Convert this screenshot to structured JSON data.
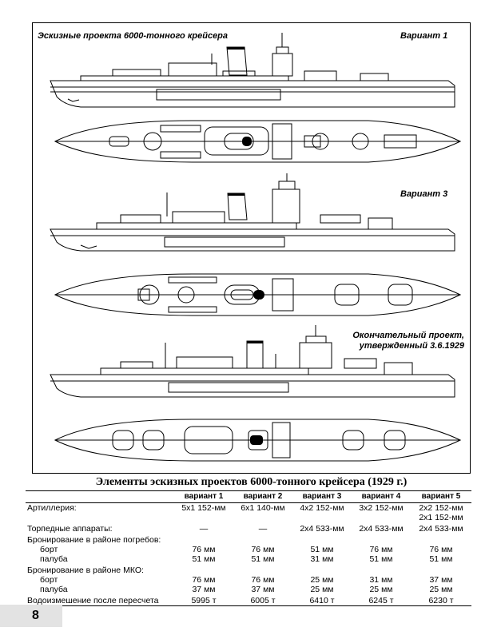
{
  "figure": {
    "title": "Эскизные проекта 6000-тонного крейсера",
    "variant1_label": "Вариант 1",
    "variant3_label": "Вариант 3",
    "final_label_line1": "Окончательный проект,",
    "final_label_line2": "утвержденный 3.6.1929"
  },
  "table": {
    "title": "Элементы эскизных проектов 6000-тонного крейсера (1929 г.)",
    "headers": [
      "",
      "вариант 1",
      "вариант 2",
      "вариант 3",
      "вариант 4",
      "вариант 5"
    ],
    "rows": [
      {
        "param": "Артиллерия:",
        "indent": false,
        "values": [
          "5x1 152-мм",
          "6x1 140-мм",
          "4x2 152-мм",
          "3x2 152-мм",
          "2x2 152-мм\n2x1 152-мм"
        ]
      },
      {
        "param": "Торпедные аппараты:",
        "indent": false,
        "values": [
          "—",
          "—",
          "2x4 533-мм",
          "2x4 533-мм",
          "2x4 533-мм"
        ]
      },
      {
        "param": "Бронирование в районе погребов:",
        "indent": false,
        "values": [
          "",
          "",
          "",
          "",
          ""
        ]
      },
      {
        "param": "борт",
        "indent": true,
        "values": [
          "76 мм",
          "76 мм",
          "51 мм",
          "76 мм",
          "76 мм"
        ]
      },
      {
        "param": "палуба",
        "indent": true,
        "values": [
          "51 мм",
          "51 мм",
          "31 мм",
          "51 мм",
          "51 мм"
        ]
      },
      {
        "param": "Бронирование в районе МКО:",
        "indent": false,
        "values": [
          "",
          "",
          "",
          "",
          ""
        ]
      },
      {
        "param": "борт",
        "indent": true,
        "values": [
          "76 мм",
          "76 мм",
          "25 мм",
          "31 мм",
          "37 мм"
        ]
      },
      {
        "param": "палуба",
        "indent": true,
        "values": [
          "37 мм",
          "37 мм",
          "25 мм",
          "25 мм",
          "25 мм"
        ]
      },
      {
        "param": "Водоизмешение после пересчета",
        "indent": false,
        "values": [
          "5995 т",
          "6005 т",
          "6410 т",
          "6245 т",
          "6230 т"
        ]
      }
    ]
  },
  "page_number": "8"
}
